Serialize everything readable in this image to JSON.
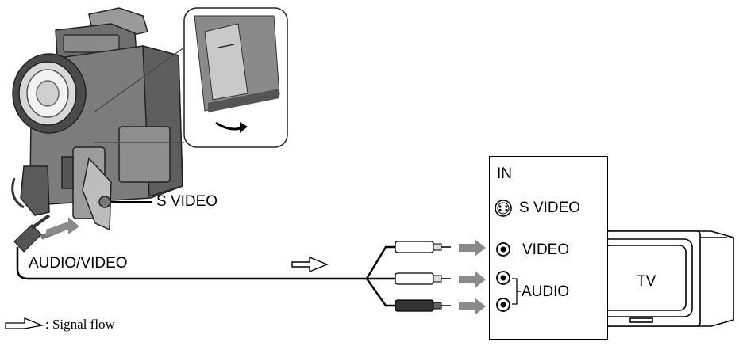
{
  "diagram": {
    "camera_labels": {
      "s_video": "S VIDEO",
      "audio_video": "AUDIO/VIDEO"
    },
    "panel": {
      "title": "IN",
      "s_video": "S VIDEO",
      "video": "VIDEO",
      "audio": "AUDIO"
    },
    "tv_label": "TV",
    "legend": {
      "text": ": Signal flow"
    },
    "icons": {
      "camcorder": "camcorder-icon",
      "inset_zoom": "jack-cover-zoom-icon",
      "signal_arrow": "signal-flow-arrow-icon",
      "s_video_jack": "s-video-jack-icon",
      "rca_jack": "rca-jack-icon",
      "television": "television-icon"
    }
  }
}
